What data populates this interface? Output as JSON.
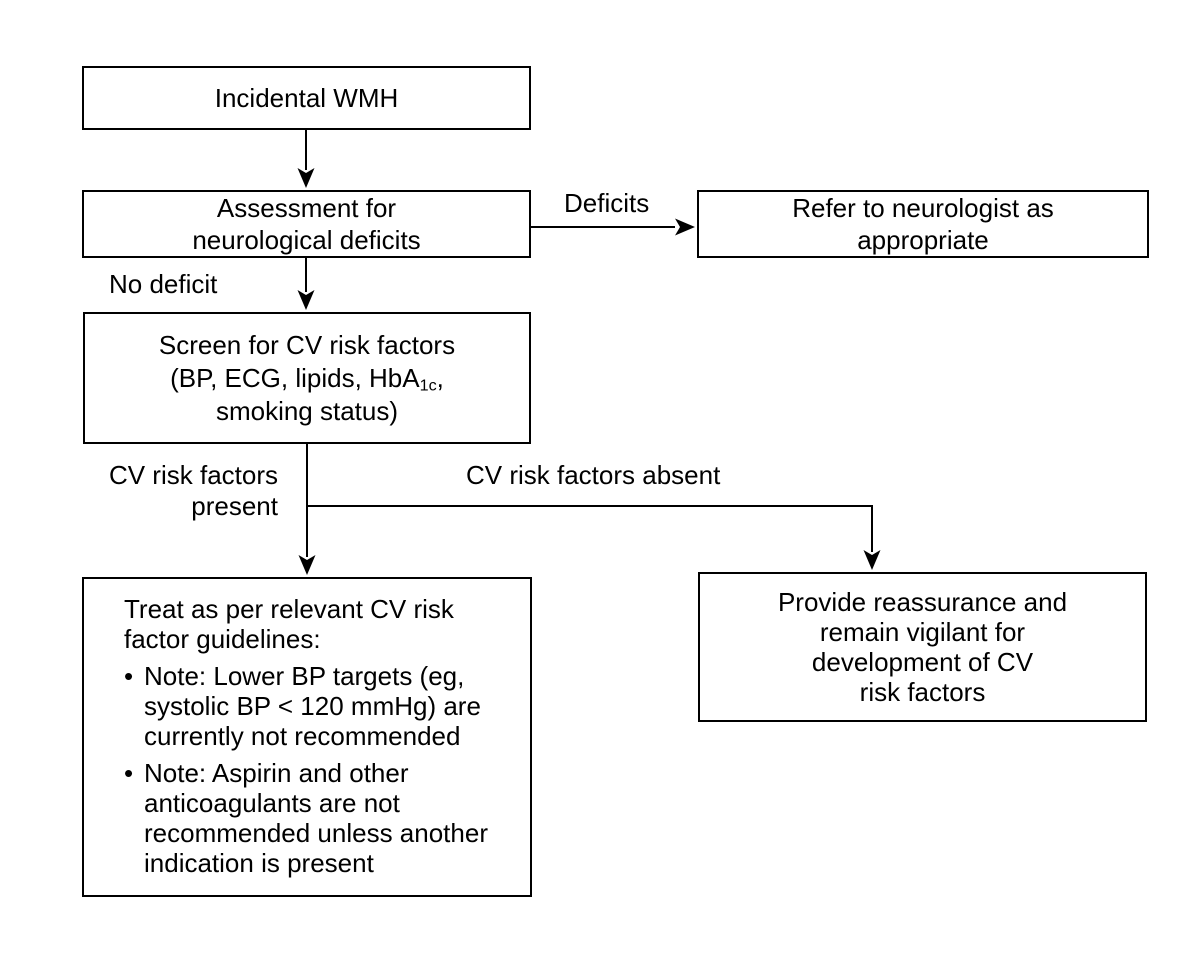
{
  "canvas": {
    "background_color": "#ffffff",
    "line_color": "#000000",
    "text_color": "#000000"
  },
  "nodes": {
    "incidental": {
      "lines": [
        "Incidental WMH"
      ]
    },
    "assessment": {
      "lines": [
        "Assessment for",
        "neurological deficits"
      ]
    },
    "refer": {
      "lines": [
        "Refer to neurologist as",
        "appropriate"
      ]
    },
    "screen": {
      "line1": "Screen for CV risk factors",
      "line2_pre": "(BP, ECG, lipids, HbA",
      "line2_sub": "1c",
      "line2_post": ",",
      "line3": "smoking status)"
    },
    "treat": {
      "bullet_char": "•",
      "intro_lines": [
        "Treat as per relevant CV risk",
        "factor guidelines:"
      ],
      "bullets": [
        {
          "lines": [
            "Note: Lower BP targets (eg,",
            "systolic BP < 120 mmHg) are",
            "currently not recommended"
          ]
        },
        {
          "lines": [
            "Note: Aspirin and other",
            "anticoagulants are not",
            "recommended unless another",
            "indication is present"
          ]
        }
      ]
    },
    "reassure": {
      "lines": [
        "Provide reassurance and",
        "remain vigilant for",
        "development of CV",
        "risk factors"
      ]
    }
  },
  "edge_labels": {
    "deficits": "Deficits",
    "no_deficit": "No deficit",
    "present_line1": "CV risk factors",
    "present_line2": "present",
    "absent": "CV risk factors absent"
  }
}
